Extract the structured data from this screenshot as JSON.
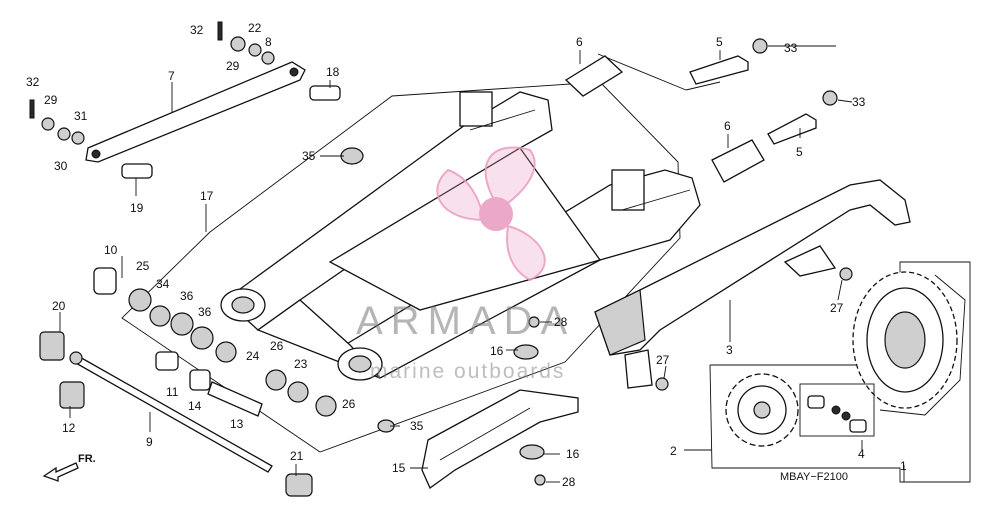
{
  "diagram": {
    "code": "MBAY−F2100",
    "front_label": "FR.",
    "watermark_main": "ARMADA",
    "watermark_sub": "marine outboards",
    "labels": {
      "l1": "1",
      "l2": "2",
      "l3": "3",
      "l4": "4",
      "l5a": "5",
      "l5b": "5",
      "l6a": "6",
      "l6b": "6",
      "l7": "7",
      "l8": "8",
      "l9": "9",
      "l10": "10",
      "l11": "11",
      "l12": "12",
      "l13": "13",
      "l14": "14",
      "l15": "15",
      "l16a": "16",
      "l16b": "16",
      "l17": "17",
      "l18": "18",
      "l19": "19",
      "l20": "20",
      "l21": "21",
      "l22": "22",
      "l23": "23",
      "l24": "24",
      "l25": "25",
      "l26a": "26",
      "l26b": "26",
      "l27a": "27",
      "l27b": "27",
      "l28a": "28",
      "l28b": "28",
      "l29a": "29",
      "l29b": "29",
      "l30": "30",
      "l31": "31",
      "l32a": "32",
      "l32b": "32",
      "l33a": "33",
      "l33b": "33",
      "l34": "34",
      "l35a": "35",
      "l35b": "35",
      "l36a": "36",
      "l36b": "36"
    },
    "colors": {
      "logo": "#e89ac0",
      "logo_dark": "#d889b3",
      "ink": "#111111"
    }
  }
}
